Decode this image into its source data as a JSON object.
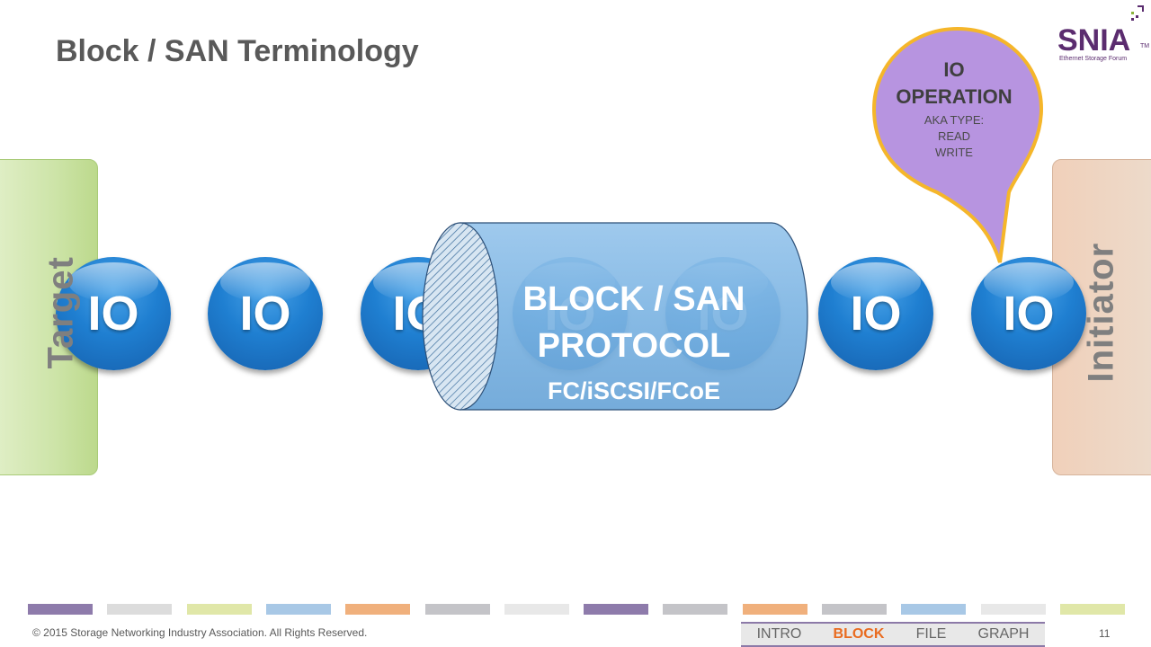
{
  "title": "Block / SAN Terminology",
  "logo": {
    "word": "SNIA",
    "tm": "TM",
    "sub": "Ethernet Storage Forum"
  },
  "target_label": "Target",
  "initiator_label": "Initiator",
  "io_label": "IO",
  "io_count": 7,
  "protocol": {
    "line1": "BLOCK / SAN",
    "line2": "PROTOCOL",
    "line3": "FC/iSCSI/FCoE"
  },
  "callout": {
    "title_line1": "IO",
    "title_line2": "OPERATION",
    "sub_line1": "AKA TYPE:",
    "sub_line2": "READ",
    "sub_line3": "WRITE"
  },
  "color_strip": [
    "#8e7bab",
    "#dcdcdc",
    "#e0e7a8",
    "#a8c8e6",
    "#f0b07c",
    "#c4c4c8",
    "#e8e8e8",
    "#8e7bab",
    "#c4c4c8",
    "#f0b07c",
    "#c4c4c8",
    "#a8c8e6",
    "#e8e8e8",
    "#e0e7a8"
  ],
  "footer": {
    "copyright": "© 2015 Storage Networking Industry Association. All Rights Reserved.",
    "page": "11"
  },
  "nav": {
    "items": [
      "INTRO",
      "BLOCK",
      "FILE",
      "GRAPH"
    ],
    "active": "BLOCK"
  },
  "colors": {
    "target_green": "#cde4a8",
    "initiator_peach": "#f0d0ba",
    "io_blue": "#1f7fd1",
    "tube_blue": "#7cb3e0",
    "callout_purple": "#b794e0",
    "callout_border": "#f5b62a",
    "logo_purple": "#5b2c6f",
    "nav_active": "#e96b1f"
  }
}
